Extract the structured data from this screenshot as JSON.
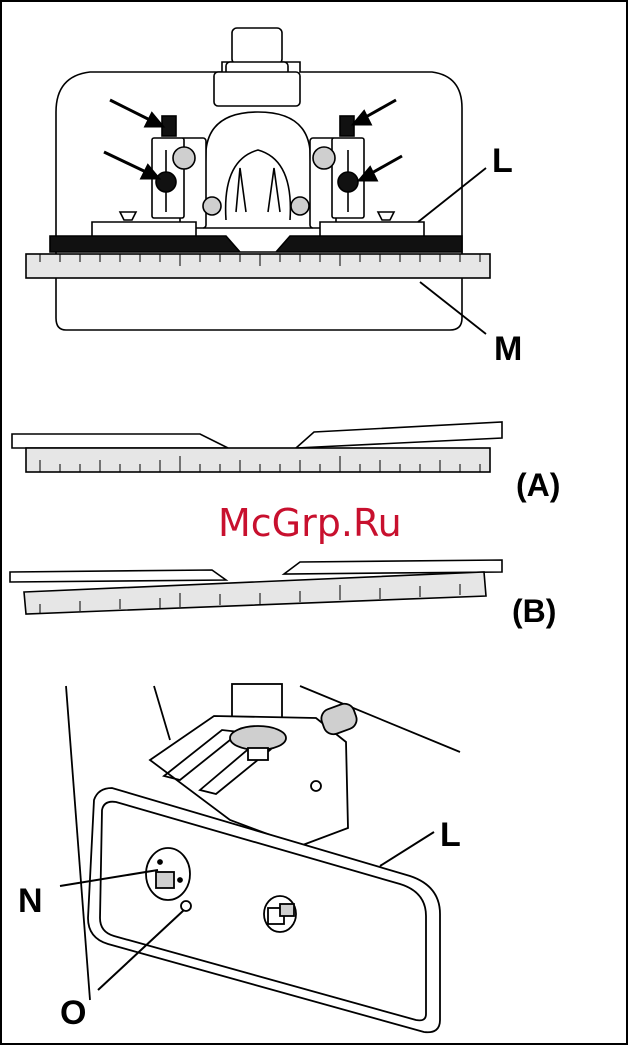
{
  "callouts": {
    "top_L": "L",
    "top_M": "M",
    "fig_A": "(A)",
    "fig_B": "(B)",
    "bottom_L": "L",
    "bottom_N": "N",
    "bottom_O": "O"
  },
  "watermark": "McGrp.Ru",
  "colors": {
    "ink": "#000000",
    "ruler": "#e6e6e6",
    "watermark": "#c8102e",
    "dark": "#111111"
  }
}
